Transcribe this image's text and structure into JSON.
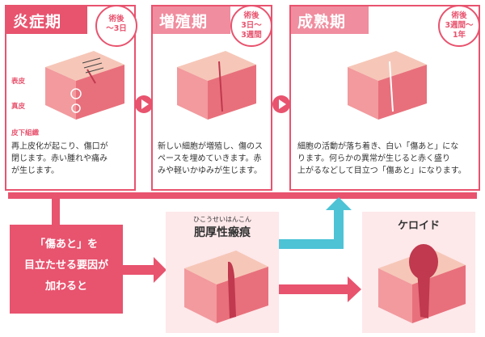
{
  "phases": [
    {
      "title": "炎症期",
      "period": [
        "術後",
        "〜3日"
      ],
      "layers": [
        "表皮",
        "真皮",
        "皮下組織"
      ],
      "description": [
        "再上皮化が起こり、傷口が",
        "閉じます。赤い腫れや痛み",
        "が生じます。"
      ]
    },
    {
      "title": "増殖期",
      "period": [
        "術後",
        "3日〜",
        "3週間"
      ],
      "description": [
        "新しい細胞が増殖し、傷のス",
        "ペースを埋めていきます。赤",
        "みや軽いかゆみが生じます。"
      ]
    },
    {
      "title": "成熟期",
      "period": [
        "術後",
        "3週間〜",
        "1年"
      ],
      "description": [
        "細胞の活動が落ち着き、白い「傷あと」にな",
        "ります。何らかの異常が生じると赤く盛り",
        "上がるなどして目立つ「傷あと」になります。"
      ]
    }
  ],
  "cause": [
    "「傷あと」を",
    "目立たせる要因が",
    "加わると"
  ],
  "hypertrophic": {
    "ruby": "ひこうせいはんこん",
    "title": "肥厚性瘢痕"
  },
  "keloid": {
    "title": "ケロイド"
  },
  "colors": {
    "accent": "#e8536e",
    "light_accent": "#f08d9f",
    "arrow_blue": "#4ec3d6",
    "panel_bg": "#fde8ea"
  }
}
